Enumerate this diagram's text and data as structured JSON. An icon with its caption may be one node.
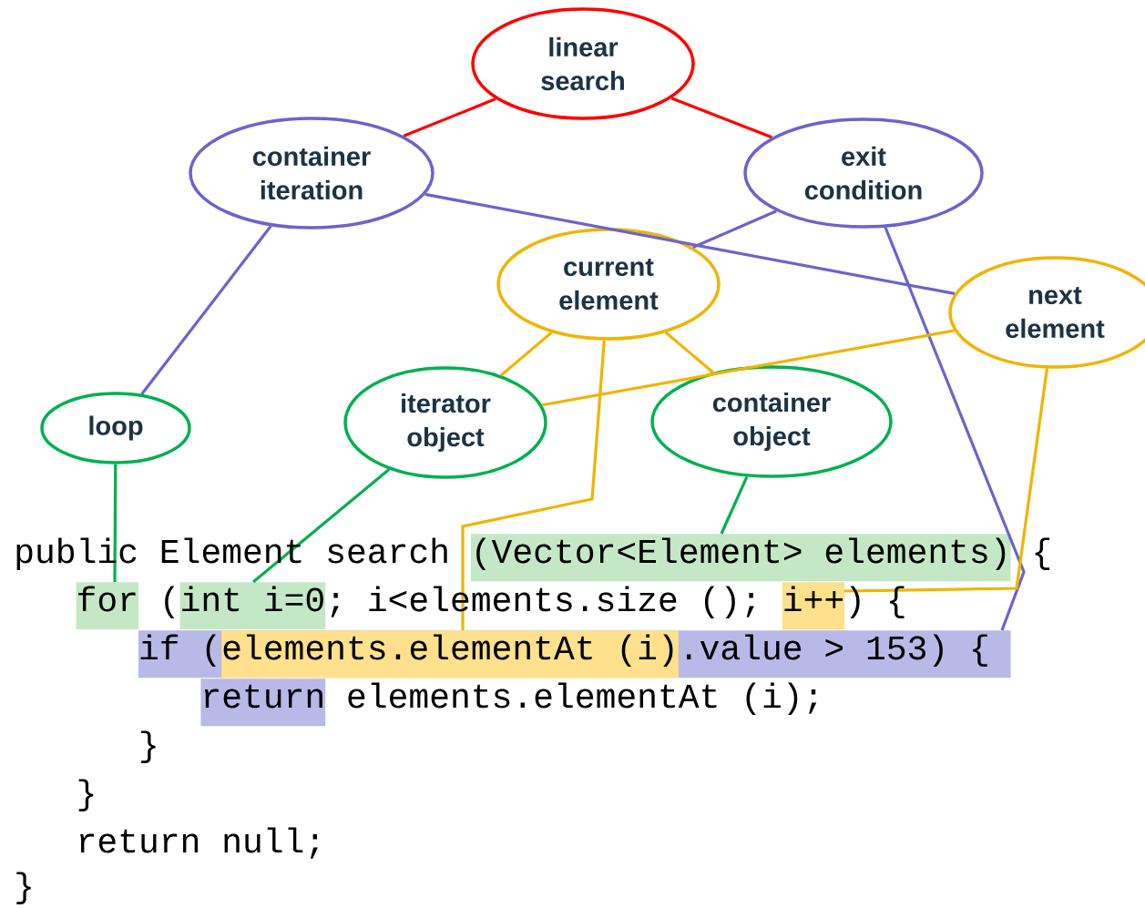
{
  "diagram": {
    "nodes": [
      {
        "text": [
          "linear search"
        ]
      },
      {
        "text": [
          "container iteration"
        ]
      },
      {
        "text": [
          "exit condition"
        ]
      },
      {
        "text": [
          "current element"
        ]
      },
      {
        "text": [
          "next element"
        ]
      },
      {
        "text": [
          "loop"
        ]
      },
      {
        "text": [
          "iterator object"
        ]
      },
      {
        "text": [
          "container object"
        ]
      },
      {
        "text": [],
        "shape": "box"
      },
      {
        "text": [],
        "shape": "box"
      },
      {
        "text": [],
        "shape": "box"
      },
      {
        "text": [],
        "shape": "box"
      },
      {
        "text": [],
        "shape": "box"
      },
      {
        "text": [],
        "shape": "box",
        "in": 12
      },
      {
        "text": [],
        "shape": "box"
      }
    ],
    "edges": [
      {
        "from": 0,
        "to": 1,
        "arrow": "none",
        "color": "#ff0000"
      },
      {
        "from": 0,
        "to": 2,
        "arrow": "none",
        "color": "#ff0000"
      },
      {
        "from": 1,
        "to": 5,
        "arrow": "none",
        "color": "#6a64cc"
      },
      {
        "from": 1,
        "to": 4,
        "arrow": "none",
        "color": "#6a64cc"
      },
      {
        "from": 2,
        "to": 3,
        "arrow": "none",
        "color": "#6a64cc"
      },
      {
        "from": 2,
        "to": 12,
        "arrow": "none",
        "color": "#6a64cc"
      },
      {
        "from": 3,
        "to": 6,
        "arrow": "none"
      },
      {
        "from": 3,
        "to": 7,
        "arrow": "none"
      },
      {
        "from": 3,
        "to": 13,
        "arrow": "none"
      },
      {
        "from": 4,
        "to": 6,
        "arrow": "none"
      },
      {
        "from": 4,
        "to": 11,
        "arrow": "none"
      },
      {
        "from": 5,
        "to": 9,
        "arrow": "none",
        "color": "#00b050"
      },
      {
        "from": 6,
        "to": 10,
        "arrow": "none",
        "color": "#00b050"
      },
      {
        "from": 7,
        "to": 8,
        "arrow": "none",
        "color": "#00b050"
      }
    ],
    "labels": [
      "public Element search (Vector<Element> elements) {",
      "for (int i=0; i<elements.size (); i++) {",
      "if (elements.elementAt (i).value > 153) {",
      "return elements.elementAt (i);",
      "}",
      "}",
      "return null;",
      "}"
    ]
  }
}
